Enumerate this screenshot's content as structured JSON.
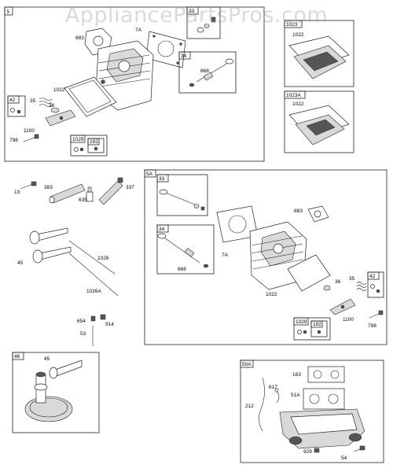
{
  "watermark": "AppliancePartsPros.com",
  "groups": {
    "g5": {
      "tag": "5",
      "labels": {
        "l883": "883",
        "l7a": "7A",
        "l1022": "1022",
        "l35": "35",
        "l36": "36",
        "l1100": "1100",
        "l798": "798",
        "l868": "868"
      },
      "sub33": {
        "tag": "33"
      },
      "sub34": {
        "tag": "34"
      },
      "sub42": {
        "tag": "42"
      },
      "sub1029": {
        "tag": "1029"
      },
      "sub192": {
        "tag": "192"
      }
    },
    "g1023": {
      "tag": "1023",
      "label": "1022"
    },
    "g1023a": {
      "tag": "1023A",
      "label": "1022"
    },
    "loose": {
      "l13": "13",
      "l383": "383",
      "l337": "337",
      "l635": "635",
      "l45": "45",
      "l1026": "1026",
      "l1026a": "1026A",
      "l654": "654",
      "l914": "914",
      "l53": "53"
    },
    "g5a": {
      "tag": "5A",
      "labels": {
        "l883": "883",
        "l7a": "7A",
        "l868": "868",
        "l1022": "1022",
        "l36": "36",
        "l35": "35",
        "l1100": "1100",
        "l798": "798"
      },
      "sub33": {
        "tag": "33"
      },
      "sub34": {
        "tag": "34"
      },
      "sub42": {
        "tag": "42"
      },
      "sub1029": {
        "tag": "1029"
      },
      "sub192": {
        "tag": "192"
      }
    },
    "g46": {
      "tag": "46",
      "label": "45"
    },
    "g50a": {
      "tag": "50A",
      "labels": {
        "l163": "163",
        "l617": "617",
        "l51a": "51A",
        "l212": "212",
        "l929": "929",
        "l54": "54"
      }
    }
  }
}
